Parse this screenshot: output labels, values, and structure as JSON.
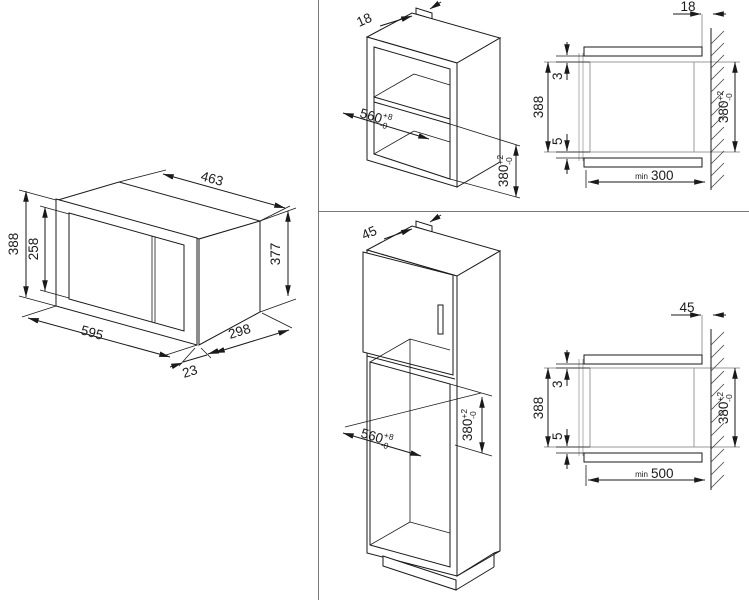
{
  "page": {
    "background": "#ffffff",
    "line_color": "#1a1a1a",
    "gray_color": "#999999",
    "divider_color": "#777777"
  },
  "views": {
    "product_iso": {
      "top_width": "463",
      "right_height": "377",
      "left_height": "388",
      "door_height": "258",
      "front_width": "595",
      "frame_depth": "23",
      "body_depth": "298"
    },
    "wall_cabinet_iso": {
      "panel_thickness": "18",
      "niche_width": "560",
      "niche_width_sup": "+8",
      "niche_width_sub": "-0",
      "niche_height": "380",
      "niche_height_sup": "+2",
      "niche_height_sub": "-0"
    },
    "wall_cabinet_side": {
      "wall_gap": "18",
      "top_clearance": "3",
      "appliance_height": "388",
      "bottom_clearance": "5",
      "niche_height": "380",
      "niche_height_sup": "+2",
      "niche_height_sub": "-0",
      "min_label": "min",
      "min_depth": "300"
    },
    "tall_cabinet_iso": {
      "panel_thickness": "45",
      "niche_width": "560",
      "niche_width_sup": "+8",
      "niche_width_sub": "-0",
      "niche_height": "380",
      "niche_height_sup": "+2",
      "niche_height_sub": "-0"
    },
    "tall_cabinet_side": {
      "wall_gap": "45",
      "top_clearance": "3",
      "appliance_height": "388",
      "bottom_clearance": "5",
      "niche_height": "380",
      "niche_height_sup": "+2",
      "niche_height_sub": "-0",
      "min_label": "min",
      "min_depth": "500"
    }
  }
}
